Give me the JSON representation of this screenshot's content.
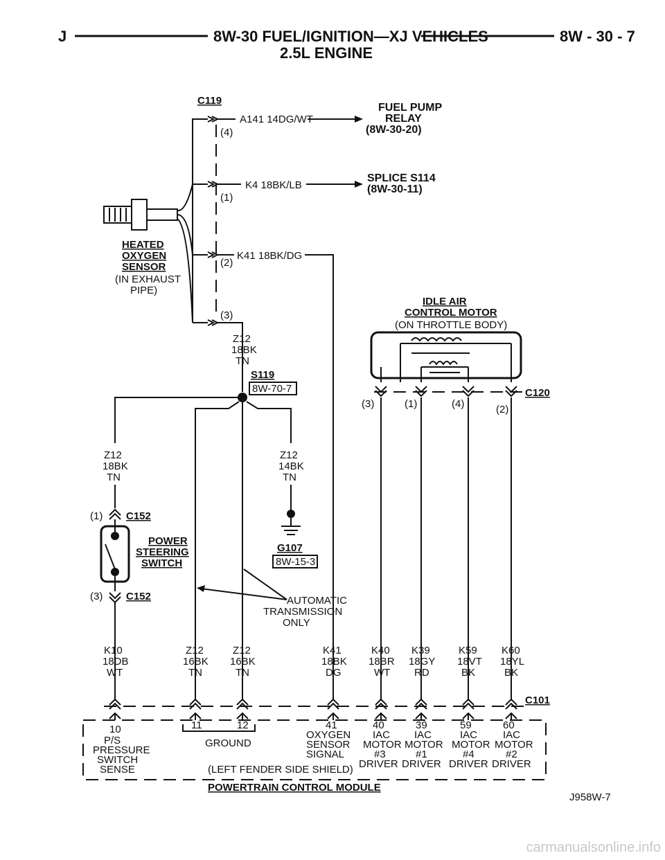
{
  "header": {
    "left": "J",
    "title": "8W-30 FUEL/IGNITION—XJ VEHICLES",
    "page": "8W - 30 - 7",
    "subtitle": "2.5L ENGINE"
  },
  "c119": {
    "name": "C119",
    "pin4": "(4)",
    "pin1": "(1)",
    "pin2": "(2)",
    "pin3": "(3)"
  },
  "wires": {
    "a141": "A141 14DG/WT",
    "k4": "K4 18BK/LB",
    "k41": "K41 18BK/DG"
  },
  "fuel_pump_relay": {
    "l1": "FUEL PUMP",
    "l2": "RELAY",
    "l3": "(8W-30-20)"
  },
  "splice_s114": {
    "l1": "SPLICE S114",
    "l2": "(8W-30-11)"
  },
  "o2_sensor": {
    "l1": "HEATED",
    "l2": "OXYGEN",
    "l3": "SENSOR",
    "l4": "(IN EXHAUST",
    "l5": "PIPE)"
  },
  "z12_top": {
    "l1": "Z12",
    "l2": "18BK",
    "l3": "TN"
  },
  "s119": {
    "name": "S119",
    "ref": "8W-70-7"
  },
  "z12_left": {
    "l1": "Z12",
    "l2": "18BK",
    "l3": "TN"
  },
  "z12_right": {
    "l1": "Z12",
    "l2": "14BK",
    "l3": "TN"
  },
  "g107": {
    "name": "G107",
    "ref": "8W-15-3"
  },
  "c152": {
    "name": "C152",
    "pin1": "(1)",
    "pin3": "(3)"
  },
  "ps_switch": {
    "l1": "POWER",
    "l2": "STEERING",
    "l3": "SWITCH"
  },
  "auto_trans": {
    "l1": "AUTOMATIC",
    "l2": "TRANSMISSION",
    "l3": "ONLY"
  },
  "iac": {
    "l1": "IDLE AIR",
    "l2": "CONTROL MOTOR",
    "l3": "(ON THROTTLE BODY)",
    "pin3": "(3)",
    "pin1": "(1)",
    "pin4": "(4)",
    "pin2": "(2)"
  },
  "c120": {
    "name": "C120"
  },
  "c101": {
    "name": "C101"
  },
  "bottom_wires": [
    {
      "l1": "K10",
      "l2": "18DB",
      "l3": "WT"
    },
    {
      "l1": "Z12",
      "l2": "16BK",
      "l3": "TN"
    },
    {
      "l1": "Z12",
      "l2": "16BK",
      "l3": "TN"
    },
    {
      "l1": "K41",
      "l2": "18BK",
      "l3": "DG"
    },
    {
      "l1": "K40",
      "l2": "18BR",
      "l3": "WT"
    },
    {
      "l1": "K39",
      "l2": "18GY",
      "l3": "RD"
    },
    {
      "l1": "K59",
      "l2": "18VT",
      "l3": "BK"
    },
    {
      "l1": "K60",
      "l2": "18YL",
      "l3": "BK"
    }
  ],
  "pcm": {
    "p10": "10",
    "p10_desc": [
      "P/S",
      "PRESSURE",
      "SWITCH",
      "SENSE"
    ],
    "p11": "11",
    "p12": "12",
    "ground": "GROUND",
    "p41": "41",
    "p41_desc": [
      "OXYGEN",
      "SENSOR",
      "SIGNAL"
    ],
    "p40": "40",
    "p40_desc": [
      "IAC",
      "MOTOR",
      "#3",
      "DRIVER"
    ],
    "p39": "39",
    "p39_desc": [
      "IAC",
      "MOTOR",
      "#1",
      "DRIVER"
    ],
    "p59": "59",
    "p59_desc": [
      "IAC",
      "MOTOR",
      "#4",
      "DRIVER"
    ],
    "p60": "60",
    "p60_desc": [
      "IAC",
      "MOTOR",
      "#2",
      "DRIVER"
    ],
    "shield": "(LEFT FENDER SIDE SHIELD)",
    "name": "POWERTRAIN CONTROL MODULE"
  },
  "figure_id": "J958W-7",
  "watermark": "carmanualsonline.info"
}
